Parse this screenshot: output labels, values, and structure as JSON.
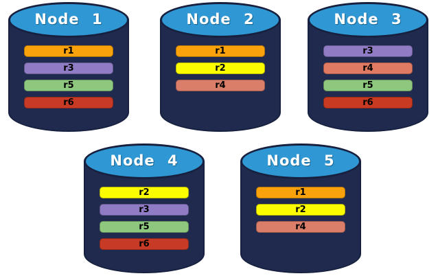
{
  "diagram": {
    "background": "#ffffff",
    "colors": {
      "cylinder_body": "#1F2A4E",
      "cylinder_outline": "#17213F",
      "cylinder_top": "#2F98D4",
      "title_text": "#ffffff",
      "bar_text": "#000000",
      "replica_r1": "#F9A20B",
      "replica_r2": "#FCFC00",
      "replica_r3": "#8F7CC4",
      "replica_r4": "#DA7E6A",
      "replica_r5": "#8EC87E",
      "replica_r6": "#C63A26"
    }
  },
  "nodes": [
    {
      "label": "Node 1",
      "bars": [
        {
          "label": "r1",
          "color": "#F9A20B"
        },
        {
          "label": "r3",
          "color": "#8F7CC4"
        },
        {
          "label": "r5",
          "color": "#8EC87E"
        },
        {
          "label": "r6",
          "color": "#C63A26"
        }
      ]
    },
    {
      "label": "Node 2",
      "bars": [
        {
          "label": "r1",
          "color": "#F9A20B"
        },
        {
          "label": "r2",
          "color": "#FCFC00"
        },
        {
          "label": "r4",
          "color": "#DA7E6A"
        }
      ]
    },
    {
      "label": "Node 3",
      "bars": [
        {
          "label": "r3",
          "color": "#8F7CC4"
        },
        {
          "label": "r4",
          "color": "#E07A62"
        },
        {
          "label": "r5",
          "color": "#8EC87E"
        },
        {
          "label": "r6",
          "color": "#C93A22"
        }
      ]
    },
    {
      "label": "Node 4",
      "bars": [
        {
          "label": "r2",
          "color": "#FCFC00"
        },
        {
          "label": "r3",
          "color": "#8F7CC4"
        },
        {
          "label": "r5",
          "color": "#8EC87E"
        },
        {
          "label": "r6",
          "color": "#C63A26"
        }
      ]
    },
    {
      "label": "Node 5",
      "bars": [
        {
          "label": "r1",
          "color": "#F9A20B"
        },
        {
          "label": "r2",
          "color": "#FCFC00"
        },
        {
          "label": "r4",
          "color": "#DA7E6A"
        }
      ]
    }
  ]
}
